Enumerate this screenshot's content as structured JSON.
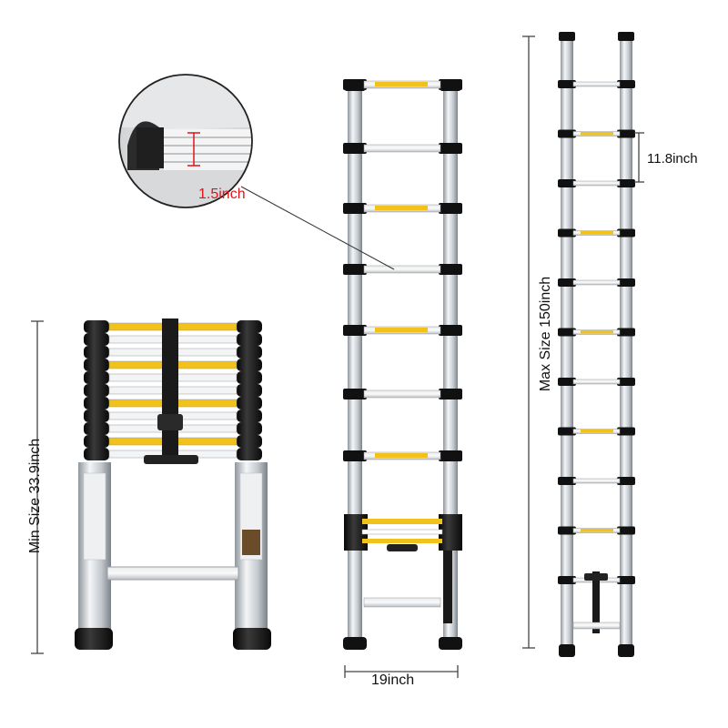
{
  "dimensions": {
    "min_size": "Min Size 33.9inch",
    "max_size": "Max Size  150inch",
    "rung_spacing": "11.8inch",
    "width": "19inch",
    "rung_ridge": "1.5inch"
  },
  "colors": {
    "aluminium": "#c9cdd1",
    "black_parts": "#141414",
    "label_yellow": "#f2c21b",
    "callout_red": "#e0151b"
  },
  "objects": [
    "collapsed-telescopic-ladder",
    "partially-extended-ladder",
    "fully-extended-ladder",
    "rung-closeup-magnifier"
  ]
}
